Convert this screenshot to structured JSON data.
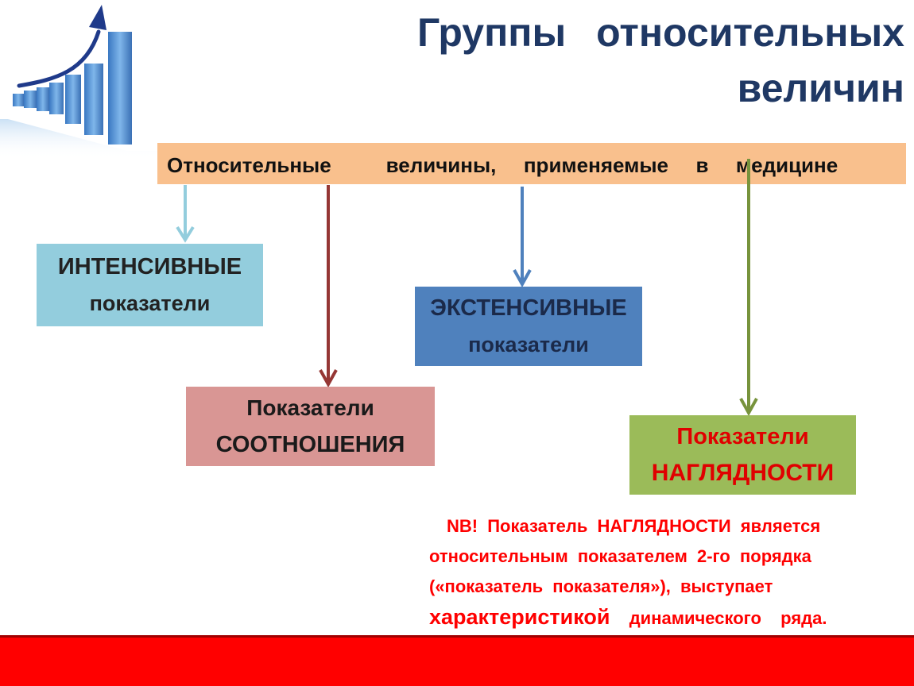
{
  "title": {
    "line1": "Группы   относительных",
    "line2": "величин"
  },
  "banner": {
    "text": "Относительные    величины,  применяемые  в  медицине"
  },
  "boxes": {
    "intensive": {
      "line1": "ИНТЕНСИВНЫЕ",
      "line2": "показатели",
      "color": "#93cddd"
    },
    "extensive": {
      "line1": "ЭКСТЕНСИВНЫЕ",
      "line2": "показатели",
      "color": "#4f81bd"
    },
    "ratio": {
      "line1": "Показатели",
      "line2": "СООТНОШЕНИЯ",
      "color": "#d99694"
    },
    "visual": {
      "line1": "Показатели",
      "line2": "НАГЛЯДНОСТИ",
      "color": "#9bbb59"
    }
  },
  "note": {
    "line1": "NB!  Показатель  НАГЛЯДНОСТИ   является",
    "line2": "относительным  показателем   2-го порядка",
    "line3": "(«показатель  показателя»),  выступает",
    "line4_strong": "характеристикой",
    "line4_rest": "  динамического  ряда."
  },
  "colors": {
    "title": "#1f3864",
    "banner": "#f9c08d",
    "note_text": "#ff0000",
    "footer_bar": "#ff0000",
    "arrow_intensive": "#93cddd",
    "arrow_ratio": "#953735",
    "arrow_extensive": "#4f81bd",
    "arrow_visual": "#77933c"
  },
  "icons": {
    "logo": "rising-bar-chart-with-arrow-icon"
  }
}
